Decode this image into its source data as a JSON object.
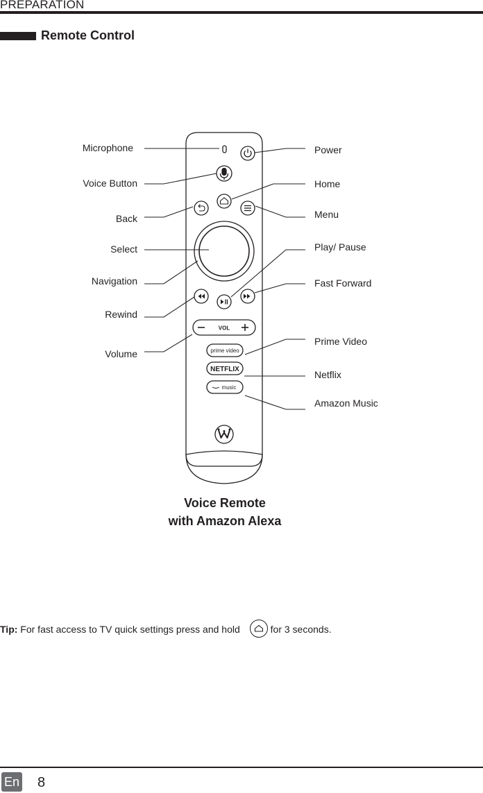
{
  "header": {
    "section": "PREPARATION"
  },
  "subheader": {
    "title": "Remote Control"
  },
  "labels": {
    "left": {
      "microphone": "Microphone",
      "voice_button": "Voice Button",
      "back": "Back",
      "select": "Select",
      "navigation": "Navigation",
      "rewind": "Rewind",
      "volume": "Volume"
    },
    "right": {
      "power": "Power",
      "home": "Home",
      "menu": "Menu",
      "play_pause": "Play/ Pause",
      "fast_forward": "Fast Forward",
      "prime_video": "Prime Video",
      "netflix": "Netflix",
      "amazon_music": "Amazon Music"
    }
  },
  "remote_buttons": {
    "volume": "VOL",
    "prime_video": "prime video",
    "netflix": "NETFLIX",
    "music": "music"
  },
  "caption": {
    "line1": "Voice Remote",
    "line2": "with Amazon Alexa"
  },
  "tip": {
    "prefix": "Tip:",
    "text": "For fast access to TV quick settings press and hold",
    "suffix": "for 3 seconds."
  },
  "footer": {
    "lang": "En",
    "page": "8"
  },
  "colors": {
    "ink": "#231f20",
    "lang_badge": "#6d6e71"
  },
  "icons": [
    "microphone-icon",
    "power-icon",
    "home-icon",
    "back-icon",
    "menu-icon",
    "rewind-icon",
    "play-pause-icon",
    "fast-forward-icon",
    "westinghouse-logo"
  ]
}
